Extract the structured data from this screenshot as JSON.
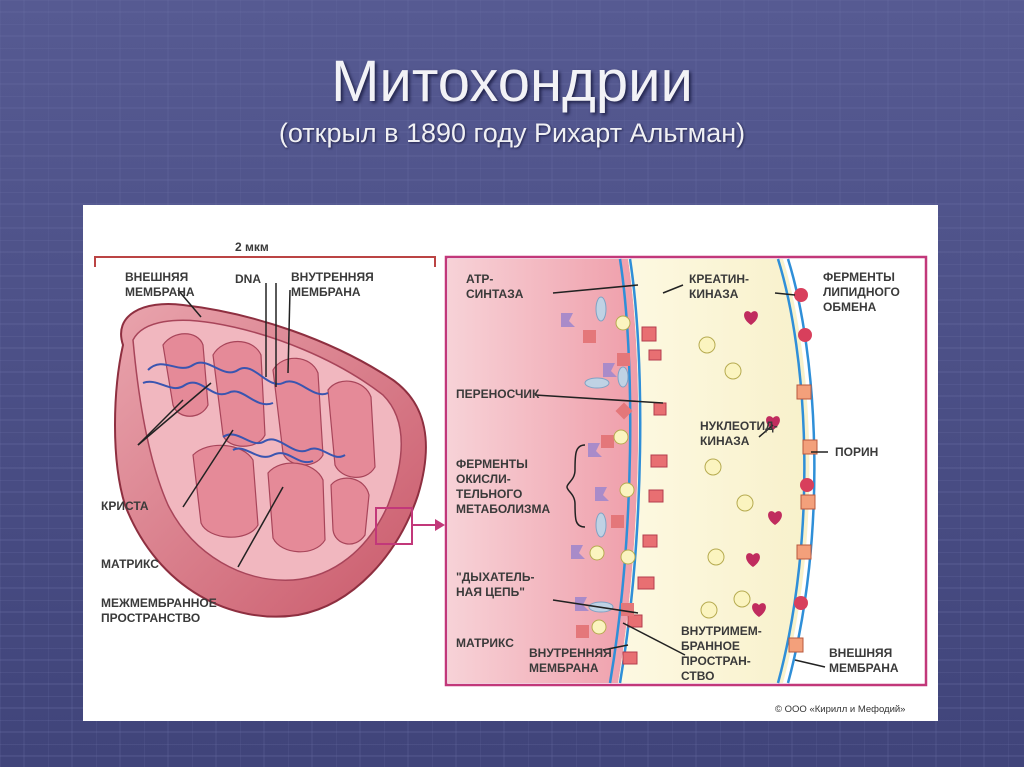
{
  "slide": {
    "title": "Митохондрии",
    "subtitle": "(открыл в 1890 году Рихарт Альтман)"
  },
  "left_diagram": {
    "scale": "2 мкм",
    "dna": "DNA",
    "outer_membrane": [
      "ВНЕШНЯЯ",
      "МЕМБРАНА"
    ],
    "inner_membrane": [
      "ВНУТРЕННЯЯ",
      "МЕМБРАНА"
    ],
    "crista": "КРИСТА",
    "matrix": "МАТРИКС",
    "intermembrane": [
      "МЕЖМЕМБРАННОЕ",
      "ПРОСТРАНСТВО"
    ]
  },
  "right_diagram": {
    "atp_synthase": [
      "АТР-",
      "СИНТАЗА"
    ],
    "creatine_kinase": [
      "КРЕАТИН-",
      "КИНАЗА"
    ],
    "lipid_enzymes": [
      "ФЕРМЕНТЫ",
      "ЛИПИДНОГО",
      "ОБМЕНА"
    ],
    "carrier": "ПЕРЕНОСЧИК",
    "nucleotide_kinase": [
      "НУКЛЕОТИД-",
      "КИНАЗА"
    ],
    "porin": "ПОРИН",
    "oxidative_enzymes": [
      "ФЕРМЕНТЫ",
      "ОКИСЛИ-",
      "ТЕЛЬНОГО",
      "МЕТАБОЛИЗМА"
    ],
    "respiratory_chain": [
      "\"ДЫХАТЕЛЬ-",
      "НАЯ ЦЕПЬ\""
    ],
    "matrix": "МАТРИКС",
    "inner_membrane": [
      "ВНУТРЕННЯЯ",
      "МЕМБРАНА"
    ],
    "intermembrane": [
      "ВНУТРИМЕМ-",
      "БРАННОЕ",
      "ПРОСТРАН-",
      "СТВО"
    ],
    "outer_membrane": [
      "ВНЕШНЯЯ",
      "МЕМБРАНА"
    ]
  },
  "copyright": "© ООО «Кирилл и Мефодий»",
  "colors": {
    "background": "#4a4e86",
    "membrane_pink": "#d9707f",
    "membrane_blue": "#2f8fd8",
    "matrix_pink": "#f6c9cf",
    "intermembrane_cream": "#fbf6d7",
    "frame_magenta": "#c2387a"
  }
}
